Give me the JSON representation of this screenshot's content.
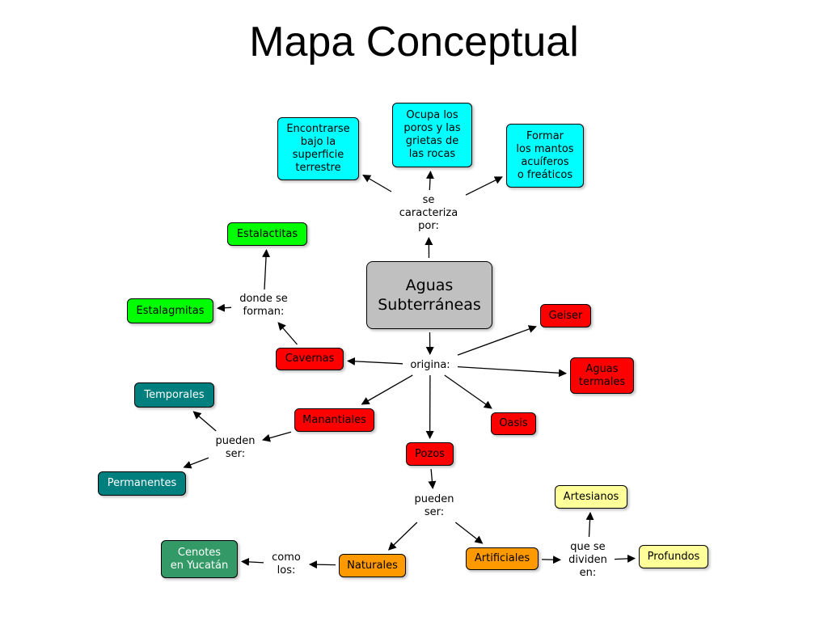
{
  "title": "Mapa Conceptual",
  "colors": {
    "cyan": "#00ffff",
    "gray": "#c0c0c0",
    "green": "#00ff00",
    "red": "#ff0000",
    "teal": "#007f7f",
    "orange": "#ff9900",
    "yellow": "#ffff99",
    "forest": "#339966"
  },
  "concepts": {
    "aguas": "Aguas\nSubterráneas",
    "encontrarse": "Encontrarse\nbajo la\nsuperficie\nterrestre",
    "ocupa": "Ocupa los\nporos y las\ngrietas de\nlas rocas",
    "formar": "Formar\nlos mantos\nacuíferos\no freáticos",
    "estalactitas": "Estalactitas",
    "estalagmitas": "Estalagmitas",
    "cavernas": "Cavernas",
    "geiser": "Geiser",
    "aguas_termales": "Aguas\ntermales",
    "oasis": "Oasis",
    "manantiales": "Manantiales",
    "temporales": "Temporales",
    "permanentes": "Permanentes",
    "pozos": "Pozos",
    "naturales": "Naturales",
    "artificiales": "Artificiales",
    "cenotes": "Cenotes\nen Yucatán",
    "artesianos": "Artesianos",
    "profundos": "Profundos"
  },
  "linking_phrases": {
    "se_caracteriza": "se\ncaracteriza\npor:",
    "donde_se_forman": "donde se\nforman:",
    "origina": "origina:",
    "pueden_ser_manantiales": "pueden\nser:",
    "pueden_ser_pozos": "pueden\nser:",
    "como_los": "como\nlos:",
    "que_se_dividen": "que se\ndividen\nen:"
  },
  "connections": [
    {
      "from": "aguas",
      "to": "se_caracteriza"
    },
    {
      "from": "se_caracteriza",
      "to": "encontrarse"
    },
    {
      "from": "se_caracteriza",
      "to": "ocupa"
    },
    {
      "from": "se_caracteriza",
      "to": "formar"
    },
    {
      "from": "aguas",
      "to": "origina"
    },
    {
      "from": "origina",
      "to": "cavernas"
    },
    {
      "from": "origina",
      "to": "geiser"
    },
    {
      "from": "origina",
      "to": "aguas_termales"
    },
    {
      "from": "origina",
      "to": "oasis"
    },
    {
      "from": "origina",
      "to": "manantiales"
    },
    {
      "from": "origina",
      "to": "pozos"
    },
    {
      "from": "cavernas",
      "to": "donde_se_forman"
    },
    {
      "from": "donde_se_forman",
      "to": "estalactitas"
    },
    {
      "from": "donde_se_forman",
      "to": "estalagmitas"
    },
    {
      "from": "manantiales",
      "to": "pueden_ser_manantiales"
    },
    {
      "from": "pueden_ser_manantiales",
      "to": "temporales"
    },
    {
      "from": "pueden_ser_manantiales",
      "to": "permanentes"
    },
    {
      "from": "pozos",
      "to": "pueden_ser_pozos"
    },
    {
      "from": "pueden_ser_pozos",
      "to": "naturales"
    },
    {
      "from": "pueden_ser_pozos",
      "to": "artificiales"
    },
    {
      "from": "naturales",
      "to": "como_los"
    },
    {
      "from": "como_los",
      "to": "cenotes"
    },
    {
      "from": "artificiales",
      "to": "que_se_dividen"
    },
    {
      "from": "que_se_dividen",
      "to": "artesianos"
    },
    {
      "from": "que_se_dividen",
      "to": "profundos"
    }
  ]
}
